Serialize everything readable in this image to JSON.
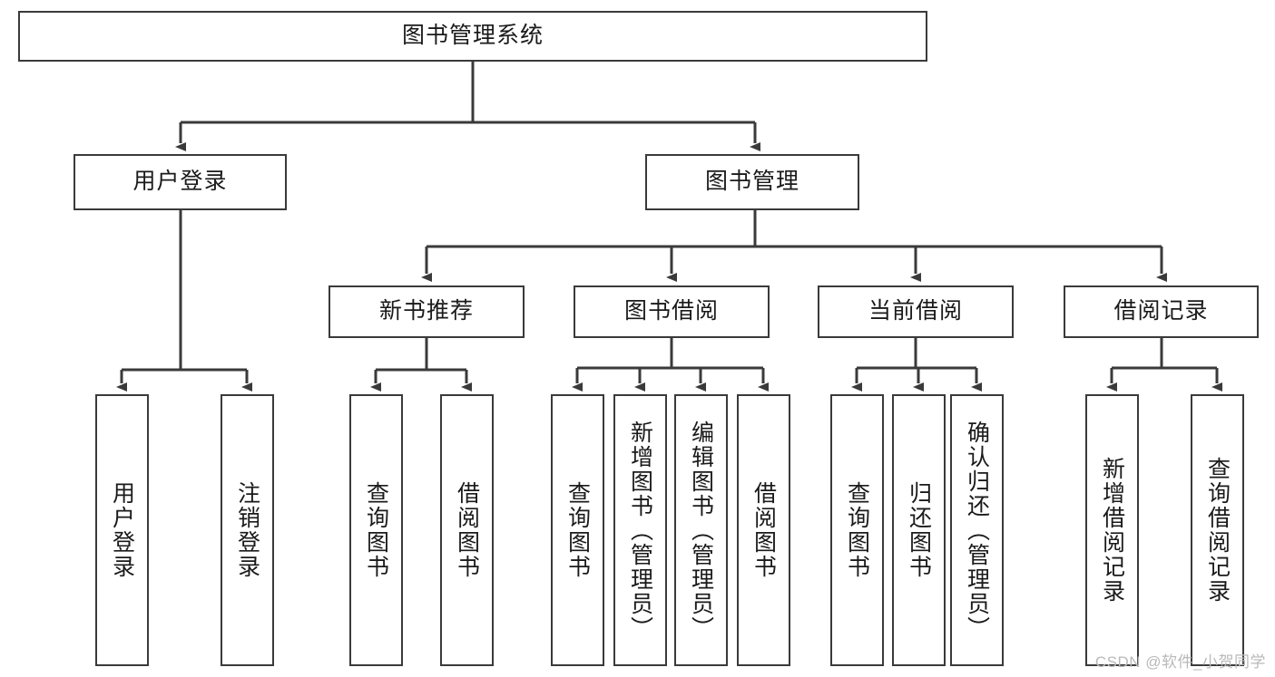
{
  "diagram": {
    "title_node": {
      "label": "图书管理系统"
    },
    "level2": [
      {
        "label": "用户登录"
      },
      {
        "label": "图书管理"
      }
    ],
    "level3": [
      {
        "label": "新书推荐"
      },
      {
        "label": "图书借阅"
      },
      {
        "label": "当前借阅"
      },
      {
        "label": "借阅记录"
      }
    ],
    "leaves": {
      "user_login": [
        {
          "label": "用户登录"
        },
        {
          "label": "注销登录"
        }
      ],
      "new_book_recommend": [
        {
          "label": "查询图书"
        },
        {
          "label": "借阅图书"
        }
      ],
      "book_borrow": [
        {
          "label": "查询图书"
        },
        {
          "label": "新增图书（管理员）"
        },
        {
          "label": "编辑图书（管理员）"
        },
        {
          "label": "借阅图书"
        }
      ],
      "current_borrow": [
        {
          "label": "查询图书"
        },
        {
          "label": "归还图书"
        },
        {
          "label": "确认归还（管理员）"
        }
      ],
      "borrow_records": [
        {
          "label": "新增借阅记录"
        },
        {
          "label": "查询借阅记录"
        }
      ]
    }
  },
  "watermark": {
    "text": "CSDN @软件_小贺同学"
  },
  "colors": {
    "node_border": "#3a3a3a",
    "edge": "#3a3a3a",
    "text": "#1a1a1a",
    "watermark": "#b9b9b9",
    "background": "#ffffff"
  }
}
